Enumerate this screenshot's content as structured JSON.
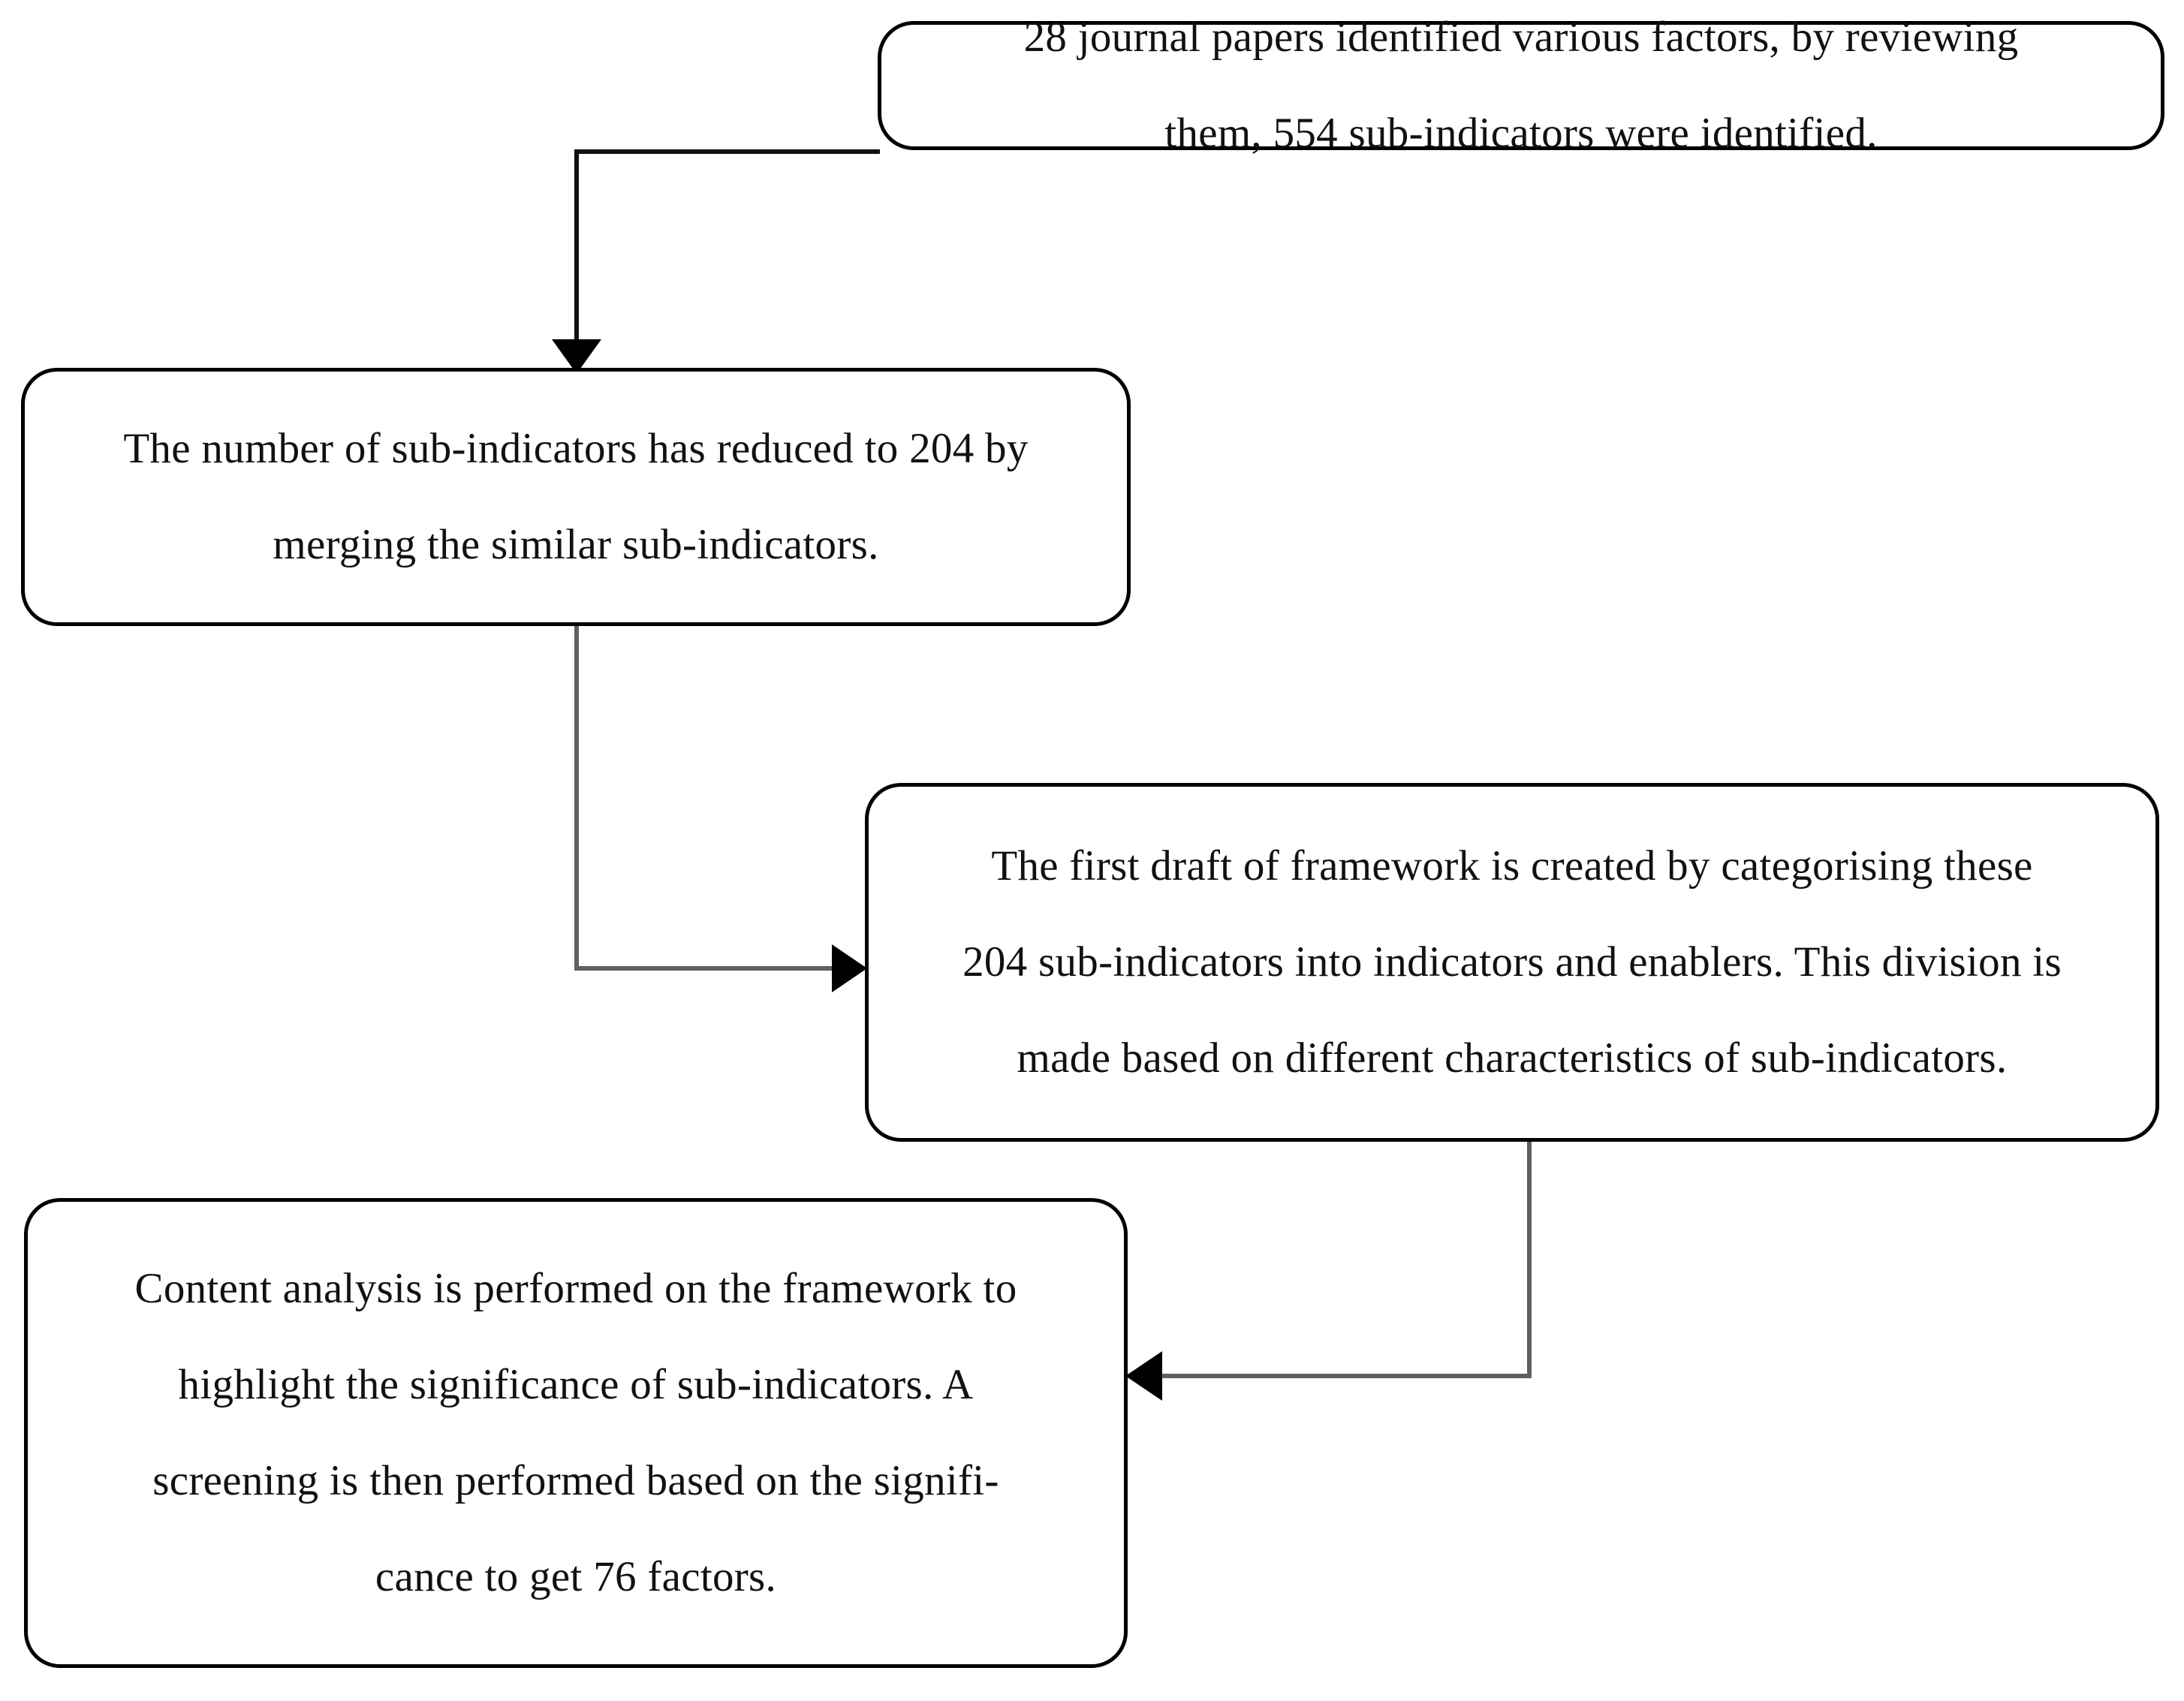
{
  "diagram": {
    "title": "Framework development flowchart",
    "background_color": "#ffffff",
    "box_border_color": "#000000",
    "connector_color_dark": "#000000",
    "connector_color_gray": "#6b6b6b",
    "boxes": [
      {
        "id": "box-1",
        "name": "journal-papers-box",
        "lines": [
          "28 journal papers identified various factors, by reviewing",
          "them, 554 sub-indicators were identified."
        ]
      },
      {
        "id": "box-2",
        "name": "merged-sub-indicators-box",
        "lines": [
          "The number of sub-indicators has reduced to 204 by",
          "merging the similar sub-indicators."
        ]
      },
      {
        "id": "box-3",
        "name": "first-draft-framework-box",
        "lines": [
          "The first draft of framework is created by categorising these",
          "204 sub-indicators into indicators and enablers. This division is",
          "made based on different characteristics of sub-indicators."
        ]
      },
      {
        "id": "box-4",
        "name": "content-analysis-box",
        "lines": [
          "Content analysis is performed on the framework to",
          "highlight the significance of sub-indicators. A",
          "screening is then performed based on the signifi-",
          "cance to get 76 factors."
        ]
      }
    ],
    "connectors": [
      {
        "id": "arrow-1",
        "name": "arrow-box1-to-box2",
        "from": "box-1",
        "to": "box-2",
        "direction": "down"
      },
      {
        "id": "arrow-2",
        "name": "arrow-box2-to-box3",
        "from": "box-2",
        "to": "box-3",
        "direction": "right"
      },
      {
        "id": "arrow-3",
        "name": "arrow-box3-to-box4",
        "from": "box-3",
        "to": "box-4",
        "direction": "left"
      }
    ]
  }
}
